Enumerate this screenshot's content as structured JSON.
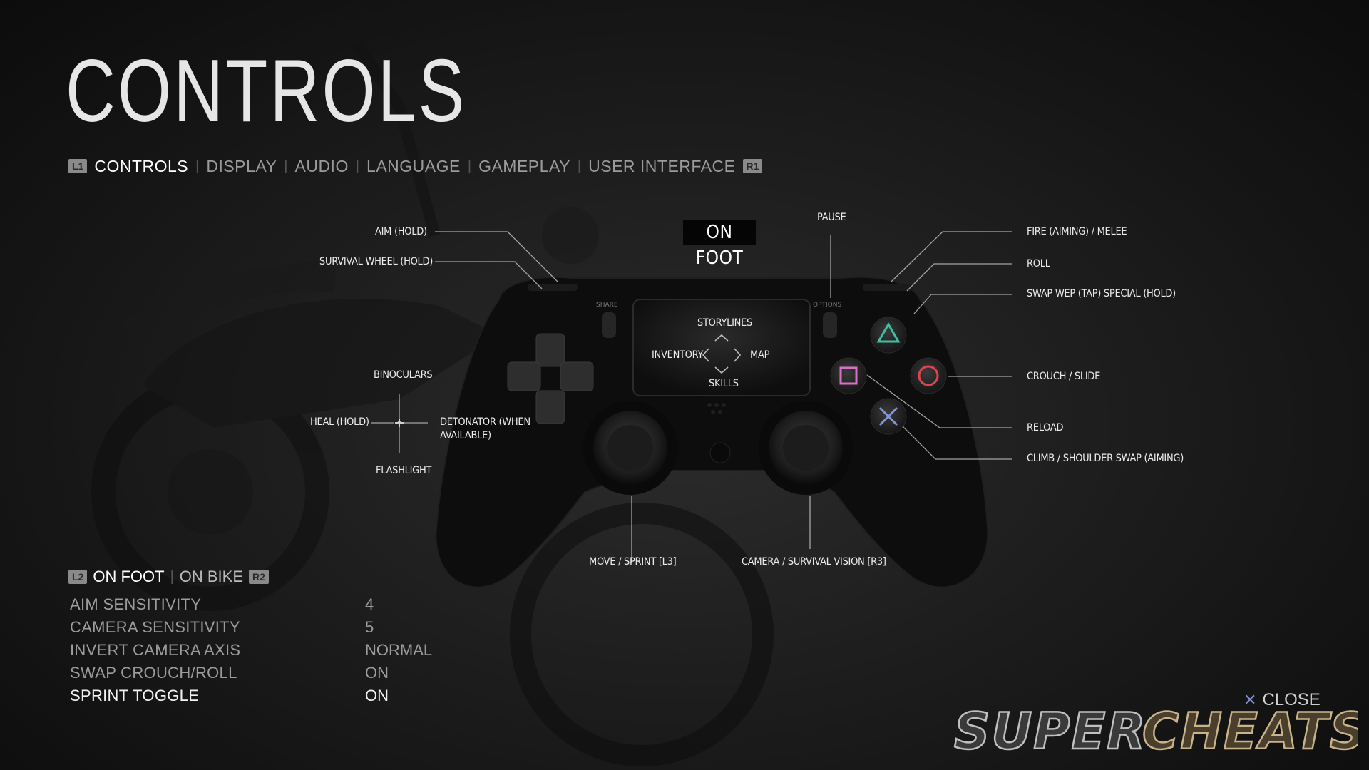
{
  "page_title": "CONTROLS",
  "tabs": {
    "left_button": "L1",
    "right_button": "R1",
    "items": [
      "CONTROLS",
      "DISPLAY",
      "AUDIO",
      "LANGUAGE",
      "GAMEPLAY",
      "USER INTERFACE"
    ],
    "active": "CONTROLS"
  },
  "mode_label": "ON FOOT",
  "controller": {
    "share": "SHARE",
    "options": "OPTIONS",
    "touchpad": {
      "up": "STORYLINES",
      "left": "INVENTORY",
      "right": "MAP",
      "down": "SKILLS"
    }
  },
  "labels": {
    "aim": "AIM (HOLD)",
    "survival_wheel": "SURVIVAL WHEEL (HOLD)",
    "pause": "PAUSE",
    "fire": "FIRE (AIMING) / MELEE",
    "roll": "ROLL",
    "swap_wep": "SWAP WEP (TAP) SPECIAL (HOLD)",
    "crouch": "CROUCH / SLIDE",
    "reload": "RELOAD",
    "climb": "CLIMB / SHOULDER SWAP (AIMING)",
    "binoculars": "BINOCULARS",
    "heal": "HEAL (HOLD)",
    "detonator_1": "DETONATOR (WHEN",
    "detonator_2": "AVAILABLE)",
    "flashlight": "FLASHLIGHT",
    "move": "MOVE / SPRINT [L3]",
    "camera": "CAMERA / SURVIVAL VISION [R3]"
  },
  "subtabs": {
    "left_button": "L2",
    "right_button": "R2",
    "items": [
      "ON FOOT",
      "ON BIKE"
    ],
    "active": "ON FOOT"
  },
  "settings": [
    {
      "name": "AIM SENSITIVITY",
      "value": "4"
    },
    {
      "name": "CAMERA SENSITIVITY",
      "value": "5"
    },
    {
      "name": "INVERT CAMERA AXIS",
      "value": "NORMAL"
    },
    {
      "name": "SWAP CROUCH/ROLL",
      "value": "ON"
    },
    {
      "name": "SPRINT TOGGLE",
      "value": "ON"
    }
  ],
  "selected_setting": "SPRINT TOGGLE",
  "close_label": "CLOSE",
  "close_icon": "cross-icon",
  "watermark_text": "SUPER CHEATS",
  "colors": {
    "triangle": "#3fbfa6",
    "circle": "#e0434f",
    "cross": "#7f95e0",
    "square": "#d672c4",
    "accent_text": "#ffffff",
    "dim_text": "#9c9c9c"
  }
}
